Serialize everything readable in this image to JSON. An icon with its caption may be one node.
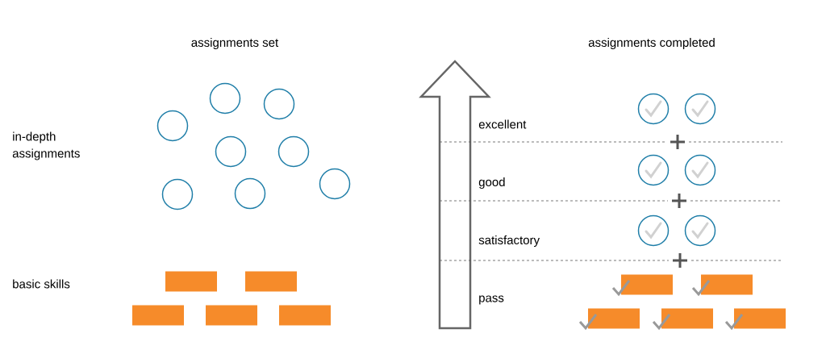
{
  "diagram": {
    "nodes": [
      {
        "text": [],
        "shape": "circle"
      },
      {
        "text": [],
        "shape": "circle"
      },
      {
        "text": [],
        "shape": "circle"
      },
      {
        "text": [],
        "shape": "circle"
      },
      {
        "text": [],
        "shape": "circle"
      },
      {
        "text": [],
        "shape": "circle"
      },
      {
        "text": [],
        "shape": "circle"
      },
      {
        "text": [],
        "shape": "circle"
      },
      {
        "text": [],
        "shape": "bar"
      },
      {
        "text": [],
        "shape": "bar"
      },
      {
        "text": [],
        "shape": "bar"
      },
      {
        "text": [],
        "shape": "bar"
      },
      {
        "text": [],
        "shape": "bar"
      },
      {
        "text": [],
        "shape": "circle"
      },
      {
        "text": [],
        "shape": "circle"
      },
      {
        "text": [],
        "shape": "circle"
      },
      {
        "text": [],
        "shape": "circle"
      },
      {
        "text": [],
        "shape": "circle"
      },
      {
        "text": [],
        "shape": "circle"
      },
      {
        "text": [],
        "shape": "bar"
      },
      {
        "text": [],
        "shape": "bar"
      },
      {
        "text": [],
        "shape": "bar"
      },
      {
        "text": [],
        "shape": "bar"
      },
      {
        "text": [],
        "shape": "bar"
      }
    ],
    "labels": [
      "assignments set",
      "assignments completed",
      "in-depth assignments",
      "excellent",
      "good",
      "satisfactory",
      "basic skills",
      "pass"
    ]
  }
}
